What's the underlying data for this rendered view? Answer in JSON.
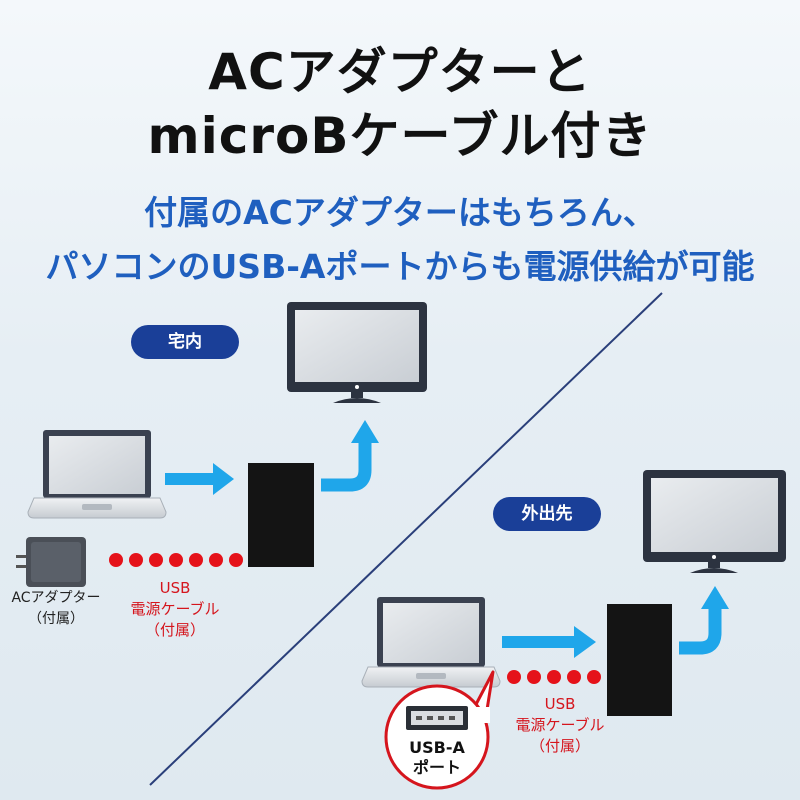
{
  "title": {
    "line1": "ACアダプターと",
    "line2": "microBケーブル付き"
  },
  "subtitle": {
    "line1": "付属のACアダプターはもちろん、",
    "line2": "パソコンのUSB-Aポートからも電源供給が可能"
  },
  "home": {
    "badge": "宅内",
    "cable_label": [
      "USB",
      "電源ケーブル",
      "（付属）"
    ],
    "adapter_label": [
      "ACアダプター",
      "（付属）"
    ]
  },
  "outside": {
    "badge": "外出先",
    "cable_label": [
      "USB",
      "電源ケーブル",
      "（付属）"
    ],
    "port_label": [
      "USB-A",
      "ポート"
    ]
  },
  "colors": {
    "title": "#111111",
    "subtitle": "#1f5fbf",
    "badge": "#1a3f98",
    "arrow": "#1fa6ea",
    "dots": "#e5121a",
    "cable_text": "#d5151d",
    "monitor_frame": "#2c3340",
    "device": "#141414"
  },
  "icons": [
    "laptop-icon",
    "monitor-icon",
    "ac-adapter-icon",
    "usb-a-port-icon",
    "arrow-right-icon",
    "arrow-up-icon"
  ]
}
